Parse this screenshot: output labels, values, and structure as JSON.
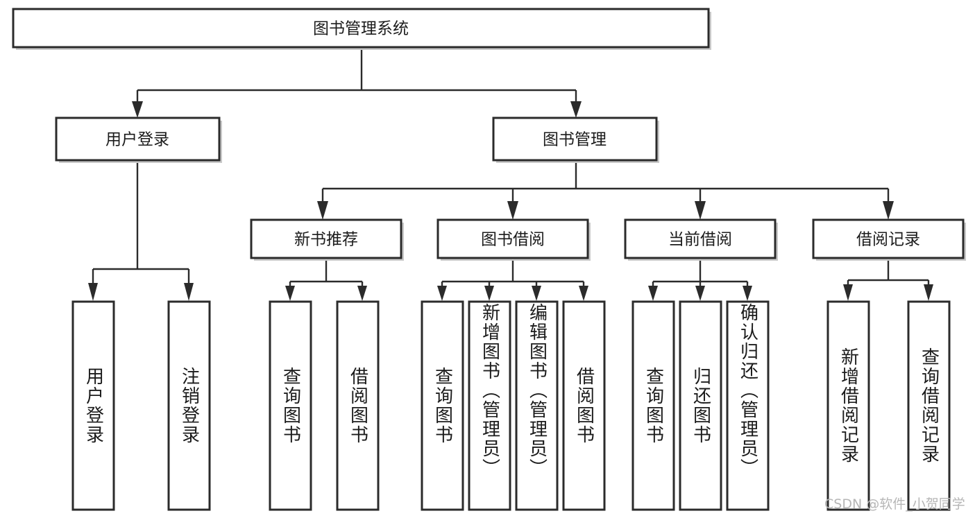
{
  "diagram": {
    "title": "图书管理系统",
    "type": "tree",
    "watermark": "CSDN @软件_小贺同学",
    "colors": {
      "box_stroke": "#2b2b2b",
      "box_fill": "#ffffff",
      "connector": "#2b2b2b",
      "background": "#ffffff",
      "watermark": "#b6b6b6"
    },
    "root": {
      "id": "root",
      "label": "图书管理系统"
    },
    "level2": [
      {
        "id": "user-login",
        "label": "用户登录"
      },
      {
        "id": "book-manage",
        "label": "图书管理"
      }
    ],
    "level3": [
      {
        "id": "new-book-rec",
        "label": "新书推荐",
        "parent": "book-manage"
      },
      {
        "id": "book-borrow",
        "label": "图书借阅",
        "parent": "book-manage"
      },
      {
        "id": "current-borrow",
        "label": "当前借阅",
        "parent": "book-manage"
      },
      {
        "id": "borrow-record",
        "label": "借阅记录",
        "parent": "book-manage"
      }
    ],
    "leaves": [
      {
        "id": "leaf-user-login",
        "label": "用户登录",
        "parent": "user-login"
      },
      {
        "id": "leaf-logout",
        "label": "注销登录",
        "parent": "user-login"
      },
      {
        "id": "leaf-query-book-1",
        "label": "查询图书",
        "parent": "new-book-rec"
      },
      {
        "id": "leaf-borrow-book-1",
        "label": "借阅图书",
        "parent": "new-book-rec"
      },
      {
        "id": "leaf-query-book-2",
        "label": "查询图书",
        "parent": "book-borrow"
      },
      {
        "id": "leaf-add-book",
        "label": "新增图书（管理员）",
        "parent": "book-borrow"
      },
      {
        "id": "leaf-edit-book",
        "label": "编辑图书（管理员）",
        "parent": "book-borrow"
      },
      {
        "id": "leaf-borrow-book-2",
        "label": "借阅图书",
        "parent": "book-borrow"
      },
      {
        "id": "leaf-query-book-3",
        "label": "查询图书",
        "parent": "current-borrow"
      },
      {
        "id": "leaf-return-book",
        "label": "归还图书",
        "parent": "current-borrow"
      },
      {
        "id": "leaf-confirm-return",
        "label": "确认归还（管理员）",
        "parent": "current-borrow"
      },
      {
        "id": "leaf-add-record",
        "label": "新增借阅记录",
        "parent": "borrow-record"
      },
      {
        "id": "leaf-query-record",
        "label": "查询借阅记录",
        "parent": "borrow-record"
      }
    ]
  }
}
